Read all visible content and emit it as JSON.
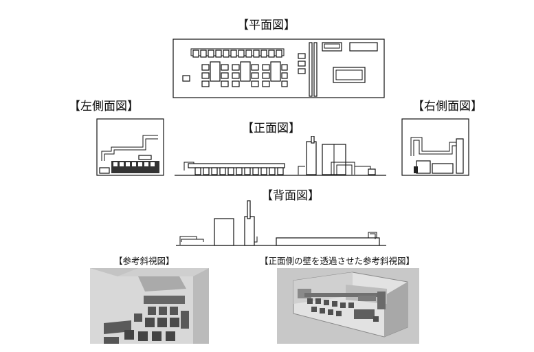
{
  "labels": {
    "plan": "【平面図】",
    "left_side": "【左側面図】",
    "right_side": "【右側面図】",
    "front": "【正面図】",
    "back": "【背面図】",
    "ref_perspective": "【参考斜視図】",
    "front_wall_transparent_perspective": "【正面側の壁を透過させた参考斜視図】"
  }
}
